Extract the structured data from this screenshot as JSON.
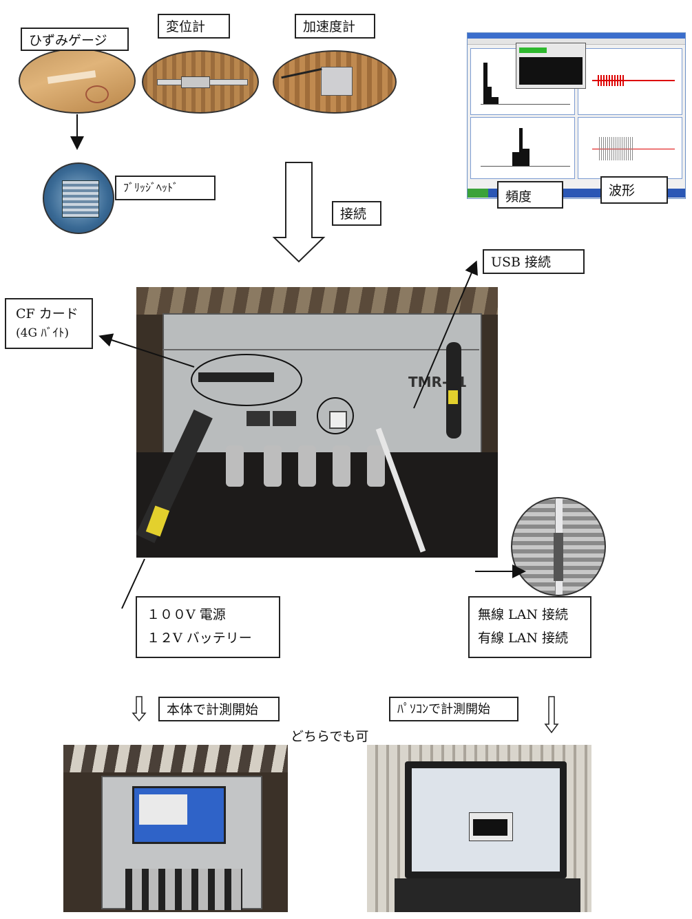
{
  "sensors": {
    "strain_gauge": "ひずみゲージ",
    "displacement": "変位計",
    "accelerometer": "加速度計",
    "bridge_head": "ﾌﾞﾘｯｼﾞﾍｯﾄﾞ"
  },
  "connection": {
    "label": "接続"
  },
  "screen": {
    "frequency": "頻度",
    "waveform": "波形"
  },
  "device": {
    "usb": "USB 接続",
    "cf_line1": "CF カード",
    "cf_line2": "(4G ﾊﾞｲﾄ)",
    "model": "TMR-21",
    "power_line1": "１００V 電源",
    "power_line2": "１２V バッテリー",
    "lan_line1": "無線 LAN 接続",
    "lan_line2": "有線 LAN 接続"
  },
  "bottom": {
    "main_unit": "本体で計測開始",
    "pc": "ﾊﾟｿｺﾝで計測開始",
    "either": "どちらでも可"
  }
}
